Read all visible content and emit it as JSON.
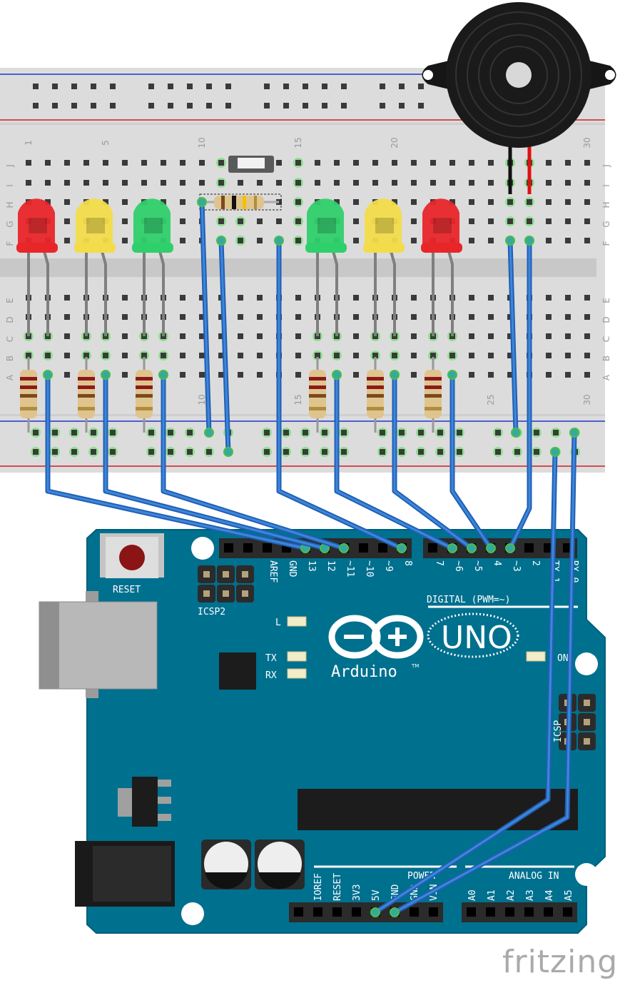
{
  "breadboard": {
    "row_letters_top": [
      "J",
      "I",
      "H",
      "G",
      "F"
    ],
    "row_letters_bottom": [
      "E",
      "D",
      "C",
      "B",
      "A"
    ],
    "column_numbers_top": [
      {
        "n": "1",
        "col": 1
      },
      {
        "n": "5",
        "col": 5
      },
      {
        "n": "10",
        "col": 10
      },
      {
        "n": "15",
        "col": 15
      },
      {
        "n": "20",
        "col": 20
      },
      {
        "n": "30",
        "col": 30
      }
    ],
    "column_numbers_bottom": [
      {
        "n": "10",
        "col": 10
      },
      {
        "n": "15",
        "col": 15
      },
      {
        "n": "25",
        "col": 25
      },
      {
        "n": "30",
        "col": 30
      }
    ]
  },
  "leds": [
    {
      "color": "red",
      "hex": "#e8262a",
      "col": 1
    },
    {
      "color": "yellow",
      "hex": "#f2dc4a",
      "col": 4
    },
    {
      "color": "green",
      "hex": "#2fcf6b",
      "col": 7
    },
    {
      "color": "green",
      "hex": "#2fcf6b",
      "col": 16
    },
    {
      "color": "yellow",
      "hex": "#f2dc4a",
      "col": 19
    },
    {
      "color": "red",
      "hex": "#e8262a",
      "col": 22
    }
  ],
  "arduino": {
    "reset_label": "RESET",
    "icsp2_label": "ICSP2",
    "icsp_label": "ICSP",
    "l_label": "L",
    "tx_label": "TX",
    "rx_label": "RX",
    "on_label": "ON",
    "brand": "Arduino",
    "tm": "TM",
    "model": "UNO",
    "digital_label": "DIGITAL (PWM=~)",
    "digital_pins": [
      "AREF",
      "GND",
      "13",
      "12",
      "~11",
      "~10",
      "~9",
      "8",
      "7",
      "~6",
      "~5",
      "4",
      "~3",
      "2",
      "TX 1",
      "RX 0"
    ],
    "power_label": "POWER",
    "power_pins": [
      "IOREF",
      "RESET",
      "3V3",
      "5V",
      "GND",
      "GND",
      "VIN"
    ],
    "analog_label": "ANALOG IN",
    "analog_pins": [
      "A0",
      "A1",
      "A2",
      "A3",
      "A4",
      "A5"
    ],
    "board_color": "#00708f"
  },
  "wire_color": "#2a6fc9",
  "watermark": "fritzing"
}
